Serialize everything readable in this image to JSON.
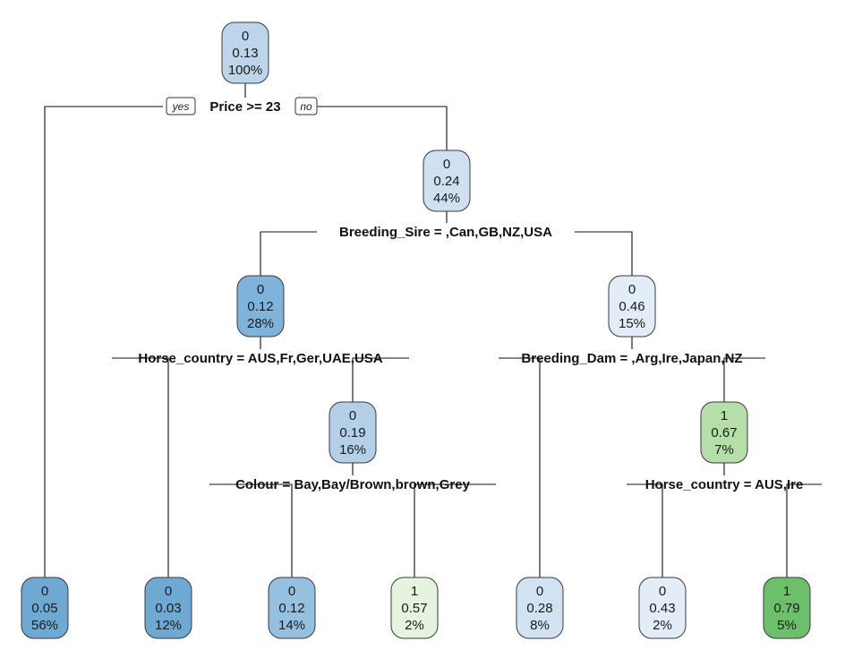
{
  "tree": {
    "nodes": [
      {
        "id": "root",
        "cls": "0",
        "prob": "0.13",
        "pct": "100%",
        "fill": "#bcd5ea"
      },
      {
        "id": "n2",
        "cls": "0",
        "prob": "0.05",
        "pct": "56%",
        "fill": "#6ea9d3"
      },
      {
        "id": "n3",
        "cls": "0",
        "prob": "0.24",
        "pct": "44%",
        "fill": "#cfe1f1"
      },
      {
        "id": "n6",
        "cls": "0",
        "prob": "0.12",
        "pct": "28%",
        "fill": "#7fb3da"
      },
      {
        "id": "n7",
        "cls": "0",
        "prob": "0.46",
        "pct": "15%",
        "fill": "#e3edf7"
      },
      {
        "id": "n12",
        "cls": "0",
        "prob": "0.03",
        "pct": "12%",
        "fill": "#6ea9d3"
      },
      {
        "id": "n13",
        "cls": "0",
        "prob": "0.19",
        "pct": "16%",
        "fill": "#b4d0e9"
      },
      {
        "id": "n26",
        "cls": "0",
        "prob": "0.12",
        "pct": "14%",
        "fill": "#96c0e0"
      },
      {
        "id": "n27",
        "cls": "1",
        "prob": "0.57",
        "pct": "2%",
        "fill": "#e6f4df"
      },
      {
        "id": "n14",
        "cls": "0",
        "prob": "0.28",
        "pct": "8%",
        "fill": "#d1e2f2"
      },
      {
        "id": "n15",
        "cls": "1",
        "prob": "0.67",
        "pct": "7%",
        "fill": "#b4dfa8"
      },
      {
        "id": "n30",
        "cls": "0",
        "prob": "0.43",
        "pct": "2%",
        "fill": "#e3edf7"
      },
      {
        "id": "n31",
        "cls": "1",
        "prob": "0.79",
        "pct": "5%",
        "fill": "#6cc06a"
      }
    ],
    "splits": [
      {
        "id": "s_root",
        "label": "Price >= 23"
      },
      {
        "id": "s_n3",
        "label": "Breeding_Sire = ,Can,GB,NZ,USA"
      },
      {
        "id": "s_n6",
        "label": "Horse_country = AUS,Fr,Ger,UAE,USA"
      },
      {
        "id": "s_n7",
        "label": "Breeding_Dam = ,Arg,Ire,Japan,NZ"
      },
      {
        "id": "s_n13",
        "label": "Colour = Bay,Bay/Brown,brown,Grey"
      },
      {
        "id": "s_n15",
        "label": "Horse_country = AUS,Ire"
      }
    ],
    "yes_label": "yes",
    "no_label": "no"
  }
}
